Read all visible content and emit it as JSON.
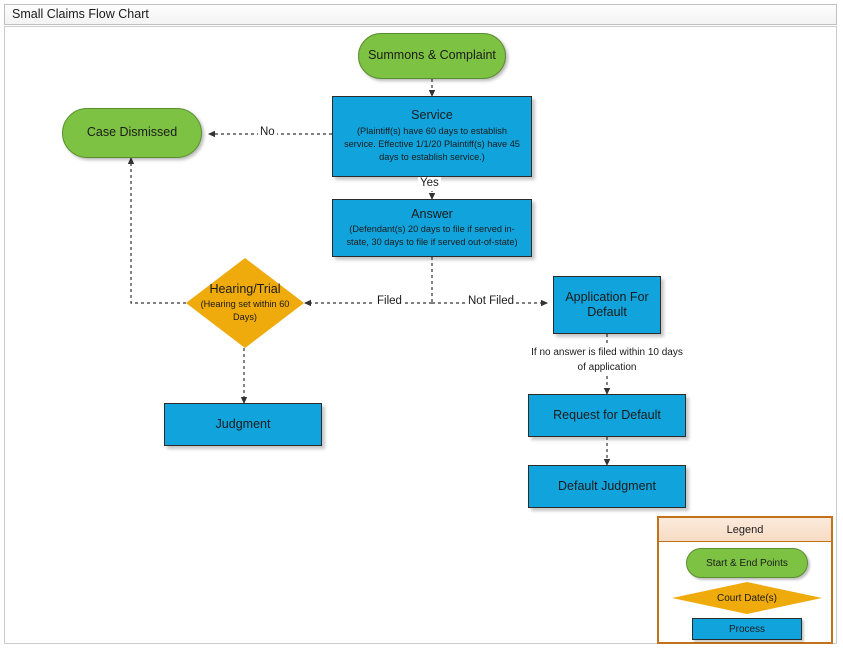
{
  "window": {
    "title": "Small Claims Flow Chart"
  },
  "colors": {
    "terminator_green": "#7DC242",
    "process_blue": "#11A4DC",
    "decision_orange": "#EFAA0C",
    "legend_border": "#C2731A",
    "legend_header_bg": "#F7DCC4",
    "connector": "#333333",
    "canvas_bg": "#FFFFFF"
  },
  "nodes": {
    "summons": {
      "label": "Summons & Complaint",
      "shape": "terminator",
      "detail": ""
    },
    "service": {
      "label": "Service",
      "shape": "process",
      "detail": "(Plaintiff(s) have 60 days to establish service. Effective 1/1/20 Plaintiff(s) have 45 days to establish service.)"
    },
    "case_dismissed": {
      "label": "Case Dismissed",
      "shape": "terminator",
      "detail": ""
    },
    "answer": {
      "label": "Answer",
      "shape": "process",
      "detail": "(Defendant(s) 20 days to file if served in-state, 30 days to file if served out-of-state)"
    },
    "hearing_trial": {
      "label": "Hearing/Trial",
      "shape": "decision",
      "detail": "(Hearing set within 60 Days)"
    },
    "judgment": {
      "label": "Judgment",
      "shape": "process",
      "detail": ""
    },
    "application_for_default": {
      "label": "Application For Default",
      "shape": "process",
      "detail": ""
    },
    "request_for_default": {
      "label": "Request for Default",
      "shape": "process",
      "detail": ""
    },
    "default_judgment": {
      "label": "Default Judgment",
      "shape": "process",
      "detail": ""
    }
  },
  "edge_labels": {
    "no": "No",
    "yes": "Yes",
    "filed": "Filed",
    "not_filed": "Not Filed",
    "default_note": "If no answer is filed within 10 days of application"
  },
  "legend": {
    "title": "Legend",
    "items": [
      {
        "label": "Start & End Points",
        "shape": "terminator",
        "color": "#7DC242"
      },
      {
        "label": "Court Date(s)",
        "shape": "decision",
        "color": "#EFAA0C"
      },
      {
        "label": "Process",
        "shape": "process",
        "color": "#11A4DC"
      }
    ]
  },
  "chart_data": {
    "type": "diagram",
    "title": "Small Claims Flow Chart",
    "nodes": [
      {
        "id": "summons",
        "label": "Summons & Complaint",
        "type": "terminator"
      },
      {
        "id": "service",
        "label": "Service",
        "type": "process"
      },
      {
        "id": "case_dismissed",
        "label": "Case Dismissed",
        "type": "terminator"
      },
      {
        "id": "answer",
        "label": "Answer",
        "type": "process"
      },
      {
        "id": "hearing_trial",
        "label": "Hearing/Trial",
        "type": "decision"
      },
      {
        "id": "judgment",
        "label": "Judgment",
        "type": "process"
      },
      {
        "id": "application_for_default",
        "label": "Application For Default",
        "type": "process"
      },
      {
        "id": "request_for_default",
        "label": "Request for Default",
        "type": "process"
      },
      {
        "id": "default_judgment",
        "label": "Default Judgment",
        "type": "process"
      }
    ],
    "edges": [
      {
        "from": "summons",
        "to": "service",
        "label": ""
      },
      {
        "from": "service",
        "to": "case_dismissed",
        "label": "No"
      },
      {
        "from": "service",
        "to": "answer",
        "label": "Yes"
      },
      {
        "from": "answer",
        "to": "hearing_trial",
        "label": "Filed"
      },
      {
        "from": "answer",
        "to": "application_for_default",
        "label": "Not Filed"
      },
      {
        "from": "hearing_trial",
        "to": "case_dismissed",
        "label": ""
      },
      {
        "from": "hearing_trial",
        "to": "judgment",
        "label": ""
      },
      {
        "from": "application_for_default",
        "to": "request_for_default",
        "label": "If no answer is filed within 10 days of application"
      },
      {
        "from": "request_for_default",
        "to": "default_judgment",
        "label": ""
      }
    ]
  }
}
